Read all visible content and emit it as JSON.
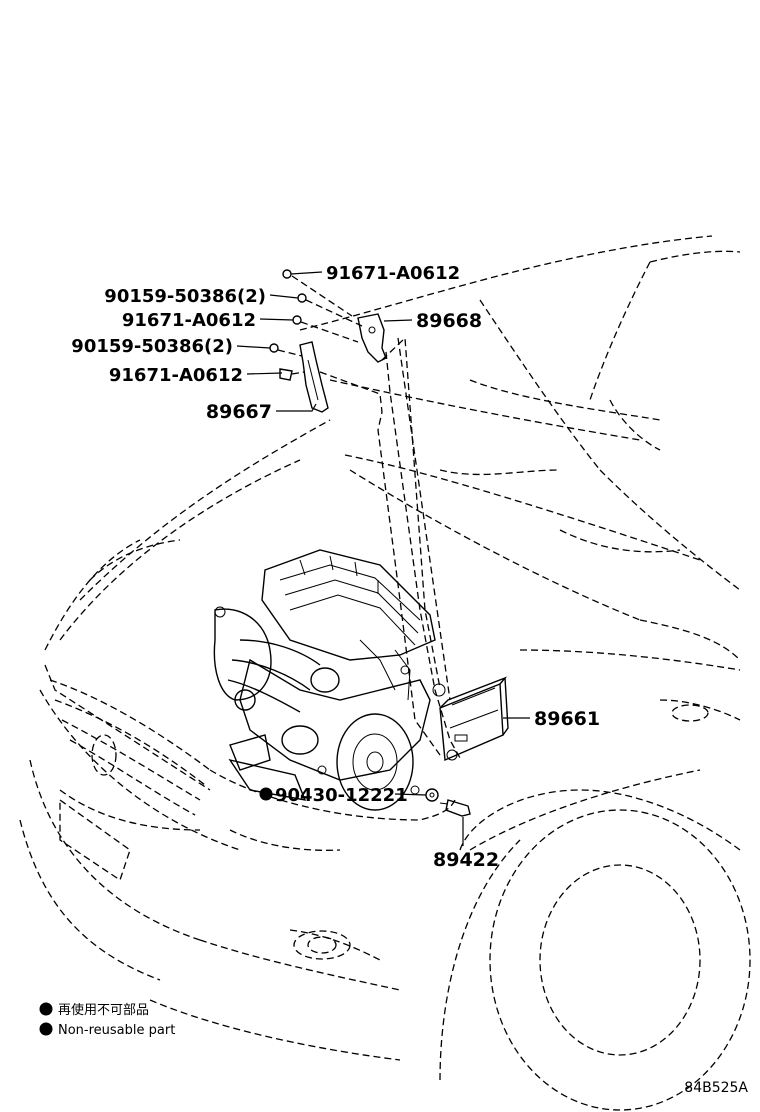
{
  "callouts": {
    "bolt_top": "91671-A0612",
    "screw_1": "90159-50386(2)",
    "bolt_mid": "91671-A0612",
    "screw_2": "90159-50386(2)",
    "bolt_low": "91671-A0612",
    "bracket_right": "89668",
    "bracket_left": "89667",
    "ecu": "89661",
    "clip": "90430-12221",
    "sensor": "89422"
  },
  "legend": {
    "jp": "再使用不可部品",
    "en": "Non-reusable part"
  },
  "diagram_code": "84B525A",
  "colors": {
    "ink": "#000000",
    "background": "#ffffff"
  }
}
